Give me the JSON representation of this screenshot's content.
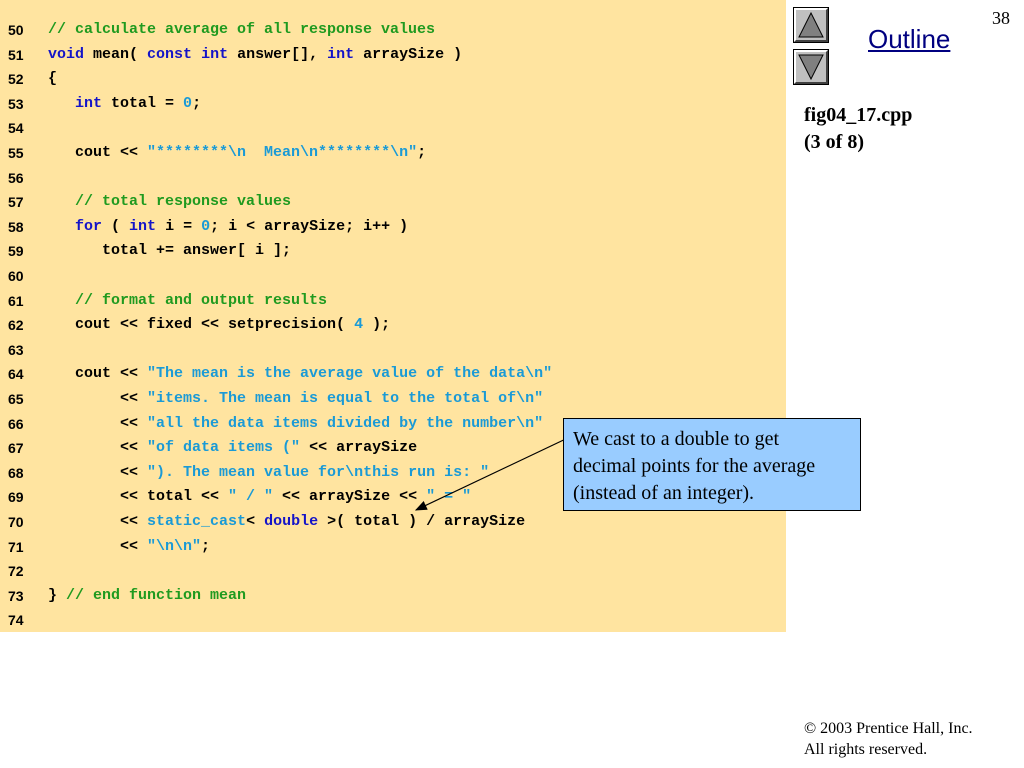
{
  "slide": {
    "page_number": "38",
    "outline_label": "Outline",
    "nav_up_icon": "triangle-up-icon",
    "nav_down_icon": "triangle-down-icon",
    "file_caption": [
      "fig04_17.cpp",
      "(3 of 8)"
    ],
    "copyright": "© 2003 Prentice Hall, Inc.",
    "rights": "All rights reserved."
  },
  "callout": {
    "lines": [
      "We cast to a double to get",
      "decimal points for the average",
      "(instead of an integer)."
    ]
  },
  "colors": {
    "code_background": "#ffe4a0",
    "comment": "#1f9a1f",
    "keyword": "#1414c8",
    "string_literal": "#1a9ad6",
    "callout_background": "#99ccff",
    "outline_link": "#000080"
  },
  "code_lines": [
    {
      "no": "50",
      "tokens": [
        {
          "t": "c",
          "v": "// calculate average of all response values"
        }
      ]
    },
    {
      "no": "51",
      "tokens": [
        {
          "t": "k",
          "v": "void"
        },
        {
          "t": "p",
          "v": " mean( "
        },
        {
          "t": "k",
          "v": "const"
        },
        {
          "t": "p",
          "v": " "
        },
        {
          "t": "k",
          "v": "int"
        },
        {
          "t": "p",
          "v": " answer[], "
        },
        {
          "t": "k",
          "v": "int"
        },
        {
          "t": "p",
          "v": " arraySize )"
        }
      ]
    },
    {
      "no": "52",
      "tokens": [
        {
          "t": "p",
          "v": "{"
        }
      ]
    },
    {
      "no": "53",
      "tokens": [
        {
          "t": "p",
          "v": "   "
        },
        {
          "t": "k",
          "v": "int"
        },
        {
          "t": "p",
          "v": " total = "
        },
        {
          "t": "n",
          "v": "0"
        },
        {
          "t": "p",
          "v": ";"
        }
      ]
    },
    {
      "no": "54",
      "tokens": []
    },
    {
      "no": "55",
      "tokens": [
        {
          "t": "p",
          "v": "   cout << "
        },
        {
          "t": "s",
          "v": "\"********\\n  Mean\\n********\\n\""
        },
        {
          "t": "p",
          "v": ";"
        }
      ]
    },
    {
      "no": "56",
      "tokens": []
    },
    {
      "no": "57",
      "tokens": [
        {
          "t": "p",
          "v": "   "
        },
        {
          "t": "c",
          "v": "// total response values"
        }
      ]
    },
    {
      "no": "58",
      "tokens": [
        {
          "t": "p",
          "v": "   "
        },
        {
          "t": "k",
          "v": "for"
        },
        {
          "t": "p",
          "v": " ( "
        },
        {
          "t": "k",
          "v": "int"
        },
        {
          "t": "p",
          "v": " i = "
        },
        {
          "t": "n",
          "v": "0"
        },
        {
          "t": "p",
          "v": "; i < arraySize; i++ )"
        }
      ]
    },
    {
      "no": "59",
      "tokens": [
        {
          "t": "p",
          "v": "      total += answer[ i ];"
        }
      ]
    },
    {
      "no": "60",
      "tokens": []
    },
    {
      "no": "61",
      "tokens": [
        {
          "t": "p",
          "v": "   "
        },
        {
          "t": "c",
          "v": "// format and output results"
        }
      ]
    },
    {
      "no": "62",
      "tokens": [
        {
          "t": "p",
          "v": "   cout << fixed << setprecision( "
        },
        {
          "t": "n",
          "v": "4"
        },
        {
          "t": "p",
          "v": " );"
        }
      ]
    },
    {
      "no": "63",
      "tokens": []
    },
    {
      "no": "64",
      "tokens": [
        {
          "t": "p",
          "v": "   cout << "
        },
        {
          "t": "s",
          "v": "\"The mean is the average value of the data\\n\""
        }
      ]
    },
    {
      "no": "65",
      "tokens": [
        {
          "t": "p",
          "v": "        << "
        },
        {
          "t": "s",
          "v": "\"items. The mean is equal to the total of\\n\""
        }
      ]
    },
    {
      "no": "66",
      "tokens": [
        {
          "t": "p",
          "v": "        << "
        },
        {
          "t": "s",
          "v": "\"all the data items divided by the number\\n\""
        }
      ]
    },
    {
      "no": "67",
      "tokens": [
        {
          "t": "p",
          "v": "        << "
        },
        {
          "t": "s",
          "v": "\"of data items (\""
        },
        {
          "t": "p",
          "v": " << arraySize"
        }
      ]
    },
    {
      "no": "68",
      "tokens": [
        {
          "t": "p",
          "v": "        << "
        },
        {
          "t": "s",
          "v": "\"). The mean value for\\nthis run is: \""
        }
      ]
    },
    {
      "no": "69",
      "tokens": [
        {
          "t": "p",
          "v": "        << total << "
        },
        {
          "t": "s",
          "v": "\" / \""
        },
        {
          "t": "p",
          "v": " << arraySize << "
        },
        {
          "t": "s",
          "v": "\" = \""
        }
      ]
    },
    {
      "no": "70",
      "tokens": [
        {
          "t": "p",
          "v": "        << "
        },
        {
          "t": "s",
          "v": "static_cast"
        },
        {
          "t": "p",
          "v": "< "
        },
        {
          "t": "k",
          "v": "double"
        },
        {
          "t": "p",
          "v": " >( total ) / arraySize"
        }
      ]
    },
    {
      "no": "71",
      "tokens": [
        {
          "t": "p",
          "v": "        << "
        },
        {
          "t": "s",
          "v": "\"\\n\\n\""
        },
        {
          "t": "p",
          "v": ";"
        }
      ]
    },
    {
      "no": "72",
      "tokens": []
    },
    {
      "no": "73",
      "tokens": [
        {
          "t": "p",
          "v": "} "
        },
        {
          "t": "c",
          "v": "// end function mean"
        }
      ]
    },
    {
      "no": "74",
      "tokens": []
    }
  ]
}
